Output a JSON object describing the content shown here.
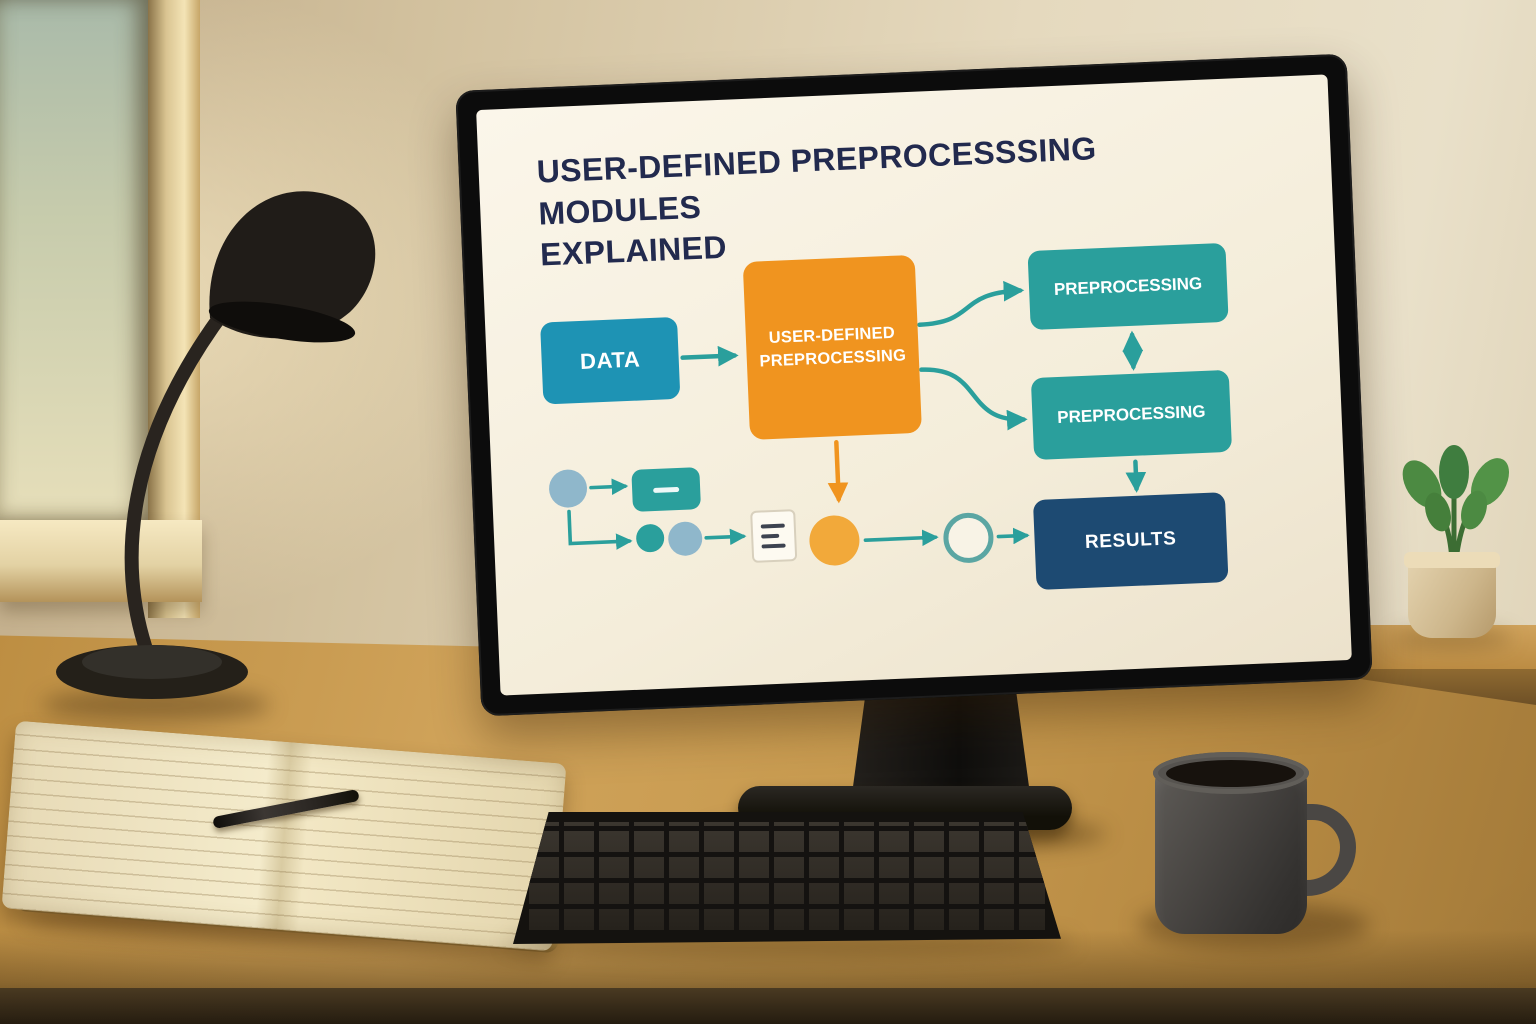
{
  "screen": {
    "title_line1": "USER-DEFINED PREPROCESSSING MODULES",
    "title_line2": "EXPLAINED",
    "nodes": {
      "data": {
        "label": "DATA",
        "color": "#1e93b4"
      },
      "user_defined": {
        "line1": "USER-DEFINED",
        "line2": "PREPROCESSING",
        "color": "#f0941f"
      },
      "preprocessing_top": {
        "label": "PREPROCESSING",
        "color": "#2a9f9c"
      },
      "preprocessing_bottom": {
        "label": "PREPROCESSING",
        "color": "#2a9f9c"
      },
      "results": {
        "label": "RESULTS",
        "color": "#1d4a72"
      }
    },
    "flow_edges": [
      {
        "from": "data",
        "to": "user_defined",
        "style": "arrow"
      },
      {
        "from": "user_defined",
        "to": "preprocessing_top",
        "style": "arrow"
      },
      {
        "from": "user_defined",
        "to": "preprocessing_bottom",
        "style": "arrow"
      },
      {
        "from": "preprocessing_top",
        "to": "preprocessing_bottom",
        "style": "double-arrow"
      },
      {
        "from": "preprocessing_bottom",
        "to": "results",
        "style": "arrow"
      },
      {
        "from": "user_defined",
        "to": "orange-circle",
        "style": "arrow"
      }
    ],
    "mini_flow": [
      "blue-circle",
      "teal-chip",
      "teal-circle",
      "small-blue-circle",
      "document-icon",
      "orange-circle",
      "outline-circle",
      "results"
    ],
    "colors": {
      "screen_bg": "#f6f0e3",
      "title_text": "#222a4e",
      "teal": "#2a9f9c",
      "blue": "#1e93b4",
      "orange": "#f0941f",
      "navy": "#1d4a72",
      "light_blue": "#8fb7cb"
    }
  },
  "scene": {
    "objects": [
      "window",
      "desk-lamp",
      "monitor",
      "keyboard",
      "open-notebook",
      "pen",
      "coffee-mug",
      "potted-plant",
      "wooden-desk"
    ]
  }
}
